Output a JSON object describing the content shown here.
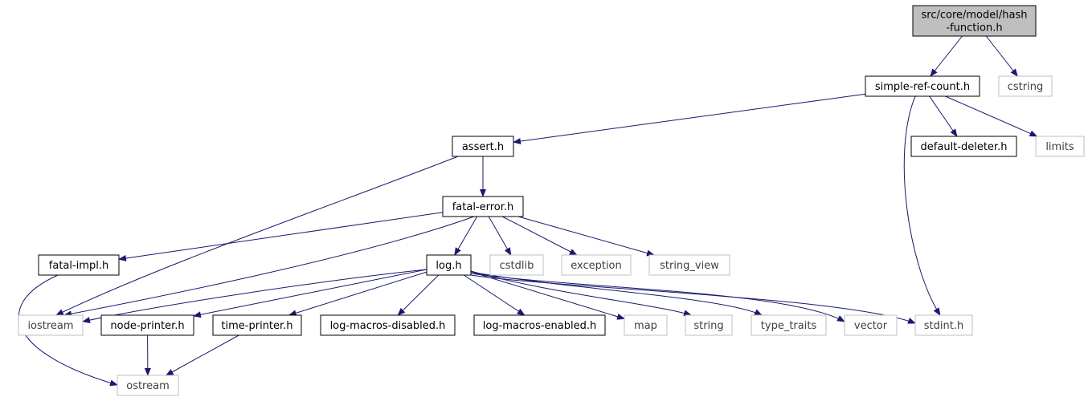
{
  "colors": {
    "edge": "#191970",
    "project_border": "#000000",
    "system_border": "#bfbfbf",
    "system_text": "#404040",
    "root_fill": "#bfbfbf",
    "text": "#000000"
  },
  "nodes": [
    {
      "id": "hash_function",
      "lines": [
        "src/core/model/hash",
        "-function.h"
      ],
      "kind": "root"
    },
    {
      "id": "simple_ref_count",
      "lines": [
        "simple-ref-count.h"
      ],
      "kind": "project"
    },
    {
      "id": "cstring",
      "lines": [
        "cstring"
      ],
      "kind": "system"
    },
    {
      "id": "assert",
      "lines": [
        "assert.h"
      ],
      "kind": "project"
    },
    {
      "id": "default_deleter",
      "lines": [
        "default-deleter.h"
      ],
      "kind": "project"
    },
    {
      "id": "limits",
      "lines": [
        "limits"
      ],
      "kind": "system"
    },
    {
      "id": "fatal_error",
      "lines": [
        "fatal-error.h"
      ],
      "kind": "project"
    },
    {
      "id": "fatal_impl",
      "lines": [
        "fatal-impl.h"
      ],
      "kind": "project"
    },
    {
      "id": "log",
      "lines": [
        "log.h"
      ],
      "kind": "project"
    },
    {
      "id": "cstdlib",
      "lines": [
        "cstdlib"
      ],
      "kind": "system"
    },
    {
      "id": "exception",
      "lines": [
        "exception"
      ],
      "kind": "system"
    },
    {
      "id": "string_view",
      "lines": [
        "string_view"
      ],
      "kind": "system"
    },
    {
      "id": "iostream",
      "lines": [
        "iostream"
      ],
      "kind": "system"
    },
    {
      "id": "node_printer",
      "lines": [
        "node-printer.h"
      ],
      "kind": "project"
    },
    {
      "id": "time_printer",
      "lines": [
        "time-printer.h"
      ],
      "kind": "project"
    },
    {
      "id": "log_macros_disabled",
      "lines": [
        "log-macros-disabled.h"
      ],
      "kind": "project"
    },
    {
      "id": "log_macros_enabled",
      "lines": [
        "log-macros-enabled.h"
      ],
      "kind": "project"
    },
    {
      "id": "map",
      "lines": [
        "map"
      ],
      "kind": "system"
    },
    {
      "id": "string",
      "lines": [
        "string"
      ],
      "kind": "system"
    },
    {
      "id": "type_traits",
      "lines": [
        "type_traits"
      ],
      "kind": "system"
    },
    {
      "id": "vector",
      "lines": [
        "vector"
      ],
      "kind": "system"
    },
    {
      "id": "stdint",
      "lines": [
        "stdint.h"
      ],
      "kind": "system"
    },
    {
      "id": "ostream",
      "lines": [
        "ostream"
      ],
      "kind": "system"
    }
  ],
  "edges": [
    {
      "from": "hash_function",
      "to": "simple_ref_count"
    },
    {
      "from": "hash_function",
      "to": "cstring"
    },
    {
      "from": "simple_ref_count",
      "to": "assert"
    },
    {
      "from": "simple_ref_count",
      "to": "default_deleter"
    },
    {
      "from": "simple_ref_count",
      "to": "limits"
    },
    {
      "from": "simple_ref_count",
      "to": "stdint"
    },
    {
      "from": "assert",
      "to": "fatal_error"
    },
    {
      "from": "assert",
      "to": "iostream"
    },
    {
      "from": "fatal_error",
      "to": "fatal_impl"
    },
    {
      "from": "fatal_error",
      "to": "iostream"
    },
    {
      "from": "fatal_error",
      "to": "log"
    },
    {
      "from": "fatal_error",
      "to": "cstdlib"
    },
    {
      "from": "fatal_error",
      "to": "exception"
    },
    {
      "from": "fatal_error",
      "to": "string_view"
    },
    {
      "from": "fatal_impl",
      "to": "ostream"
    },
    {
      "from": "log",
      "to": "iostream"
    },
    {
      "from": "log",
      "to": "node_printer"
    },
    {
      "from": "log",
      "to": "time_printer"
    },
    {
      "from": "log",
      "to": "log_macros_disabled"
    },
    {
      "from": "log",
      "to": "log_macros_enabled"
    },
    {
      "from": "log",
      "to": "map"
    },
    {
      "from": "log",
      "to": "string"
    },
    {
      "from": "log",
      "to": "type_traits"
    },
    {
      "from": "log",
      "to": "vector"
    },
    {
      "from": "log",
      "to": "stdint"
    },
    {
      "from": "node_printer",
      "to": "ostream"
    },
    {
      "from": "time_printer",
      "to": "ostream"
    }
  ]
}
